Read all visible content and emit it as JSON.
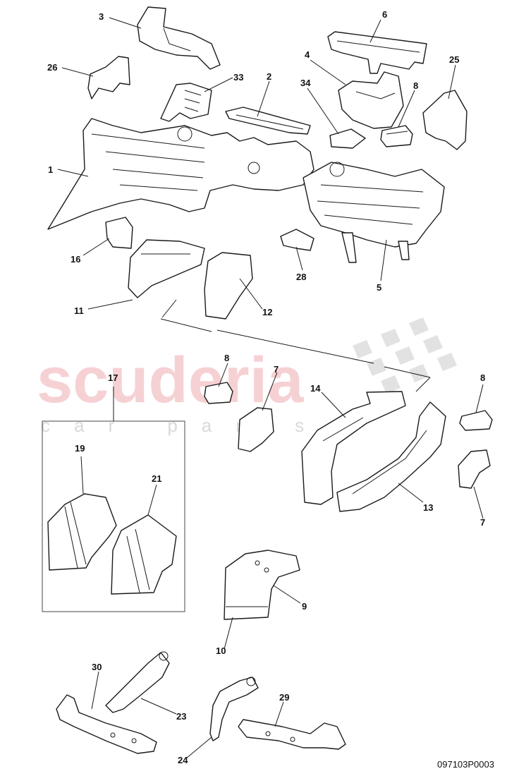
{
  "watermark": {
    "brand": "scuderia",
    "tagline": "car parts"
  },
  "document_id": "097103P0003",
  "callouts": [
    "1",
    "2",
    "3",
    "4",
    "5",
    "6",
    "7",
    "7",
    "8",
    "8",
    "8",
    "9",
    "10",
    "11",
    "12",
    "13",
    "14",
    "16",
    "17",
    "19",
    "21",
    "23",
    "24",
    "25",
    "26",
    "28",
    "29",
    "30",
    "33",
    "34"
  ],
  "group_label": "17",
  "colors": {
    "line": "#1a1a1a",
    "watermark_red": "#f3c2c6",
    "watermark_grey": "#d9d9d9"
  }
}
